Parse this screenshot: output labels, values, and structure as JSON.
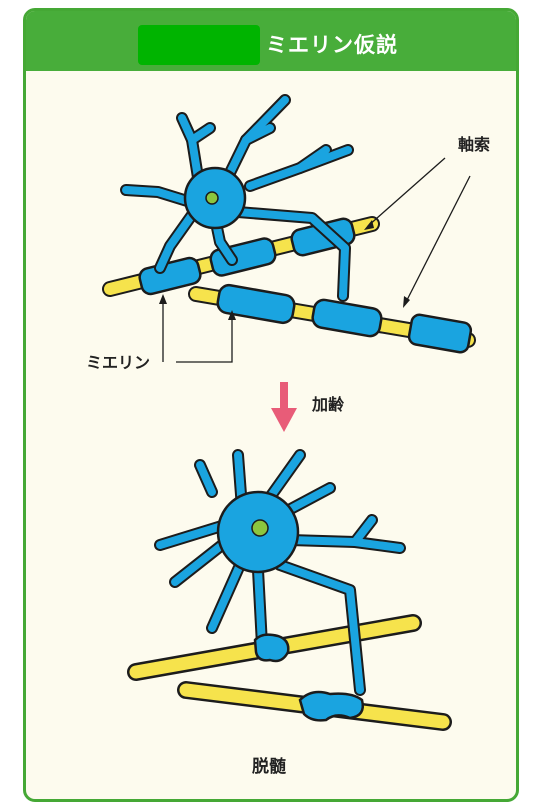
{
  "header": {
    "title": "ミエリン仮説"
  },
  "labels": {
    "axon": "軸索",
    "myelin": "ミエリン",
    "aging": "加齢",
    "demyelination": "脱髄"
  },
  "colors": {
    "frame_green": "#45a835",
    "background": "#fdfbee",
    "neuron_blue": "#1aa4e0",
    "axon_yellow": "#f6e34c",
    "nucleus_green": "#8cc63f",
    "arrow_pink": "#e85c78"
  }
}
